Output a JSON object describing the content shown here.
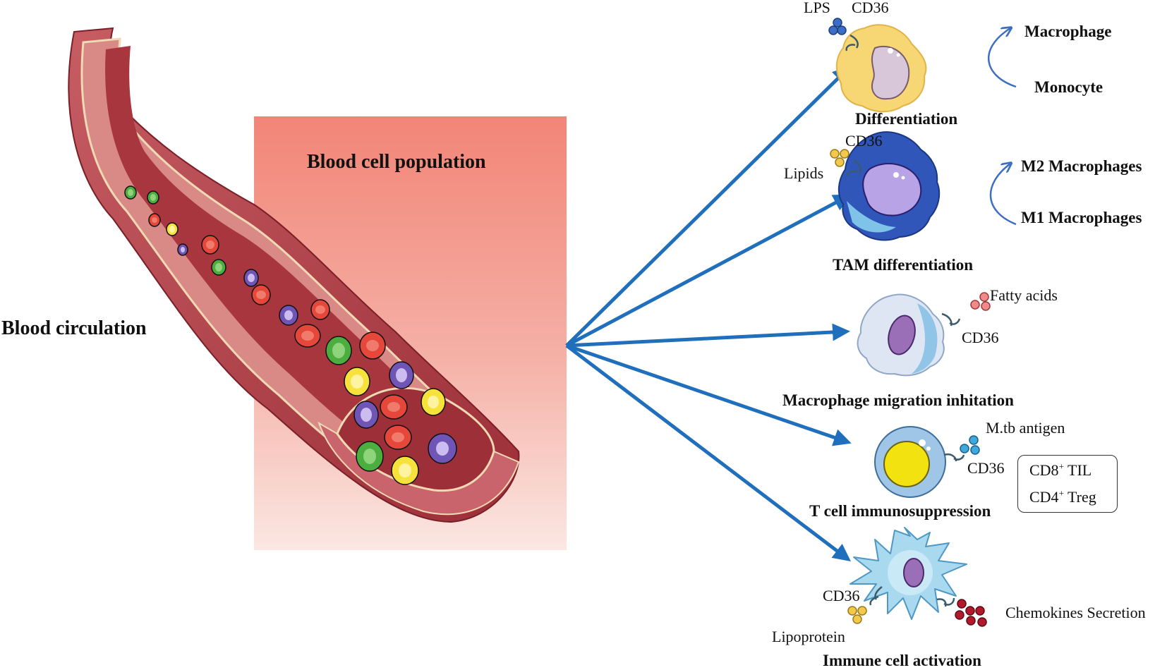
{
  "figure": {
    "labels": {
      "blood_circulation": "Blood circulation",
      "blood_cell_population": "Blood cell population"
    },
    "branches": [
      {
        "title": "Differentiation",
        "ligand": "LPS",
        "receptor": "CD36",
        "ligand_color": "#3a6ec8",
        "cell_color": "#f7d774",
        "nucleus_color": "#d8c7d9",
        "transition_from": "Monocyte",
        "transition_to": "Macrophage"
      },
      {
        "title": "TAM differentiation",
        "ligand": "Lipids",
        "receptor": "CD36",
        "ligand_color": "#f2c94c",
        "cell_color": "#2f56b8",
        "nucleus_color": "#b7a3e6",
        "transition_from": "M1 Macrophages",
        "transition_to": "M2 Macrophages"
      },
      {
        "title": "Macrophage migration inhitation",
        "ligand": "Fatty acids",
        "receptor": "CD36",
        "ligand_color": "#f08a8a",
        "cell_color": "#dfe6f3",
        "nucleus_color": "#9b6fb8"
      },
      {
        "title": "T cell immunosuppression",
        "ligand": "M.tb antigen",
        "receptor": "CD36",
        "ligand_color": "#3fa9dd",
        "cell_color": "#9fc6e6",
        "nucleus_color": "#f2e20f",
        "box_line1": "CD8",
        "box_line1_sup": "+",
        "box_line1_rest": " TIL",
        "box_line2": "CD4",
        "box_line2_sup": "+",
        "box_line2_rest": " Treg"
      },
      {
        "title": "Immune cell activation",
        "ligand": "Lipoprotein",
        "receptor": "CD36",
        "ligand_color": "#f2c94c",
        "secretion": "Chemokines Secretion",
        "secretion_color": "#b3182b",
        "cell_color": "#a9d9ef",
        "nucleus_color": "#9b6fb8"
      }
    ],
    "colors": {
      "arrow": "#1f6fbd",
      "vessel_wall": "#b5474f",
      "vessel_lumen": "#a8363e",
      "panel_top": "#f28577",
      "rbc": "#e5473a",
      "wbc_green": "#4cae3f",
      "wbc_yellow": "#f7e23b",
      "wbc_purple": "#6e55b6"
    }
  }
}
